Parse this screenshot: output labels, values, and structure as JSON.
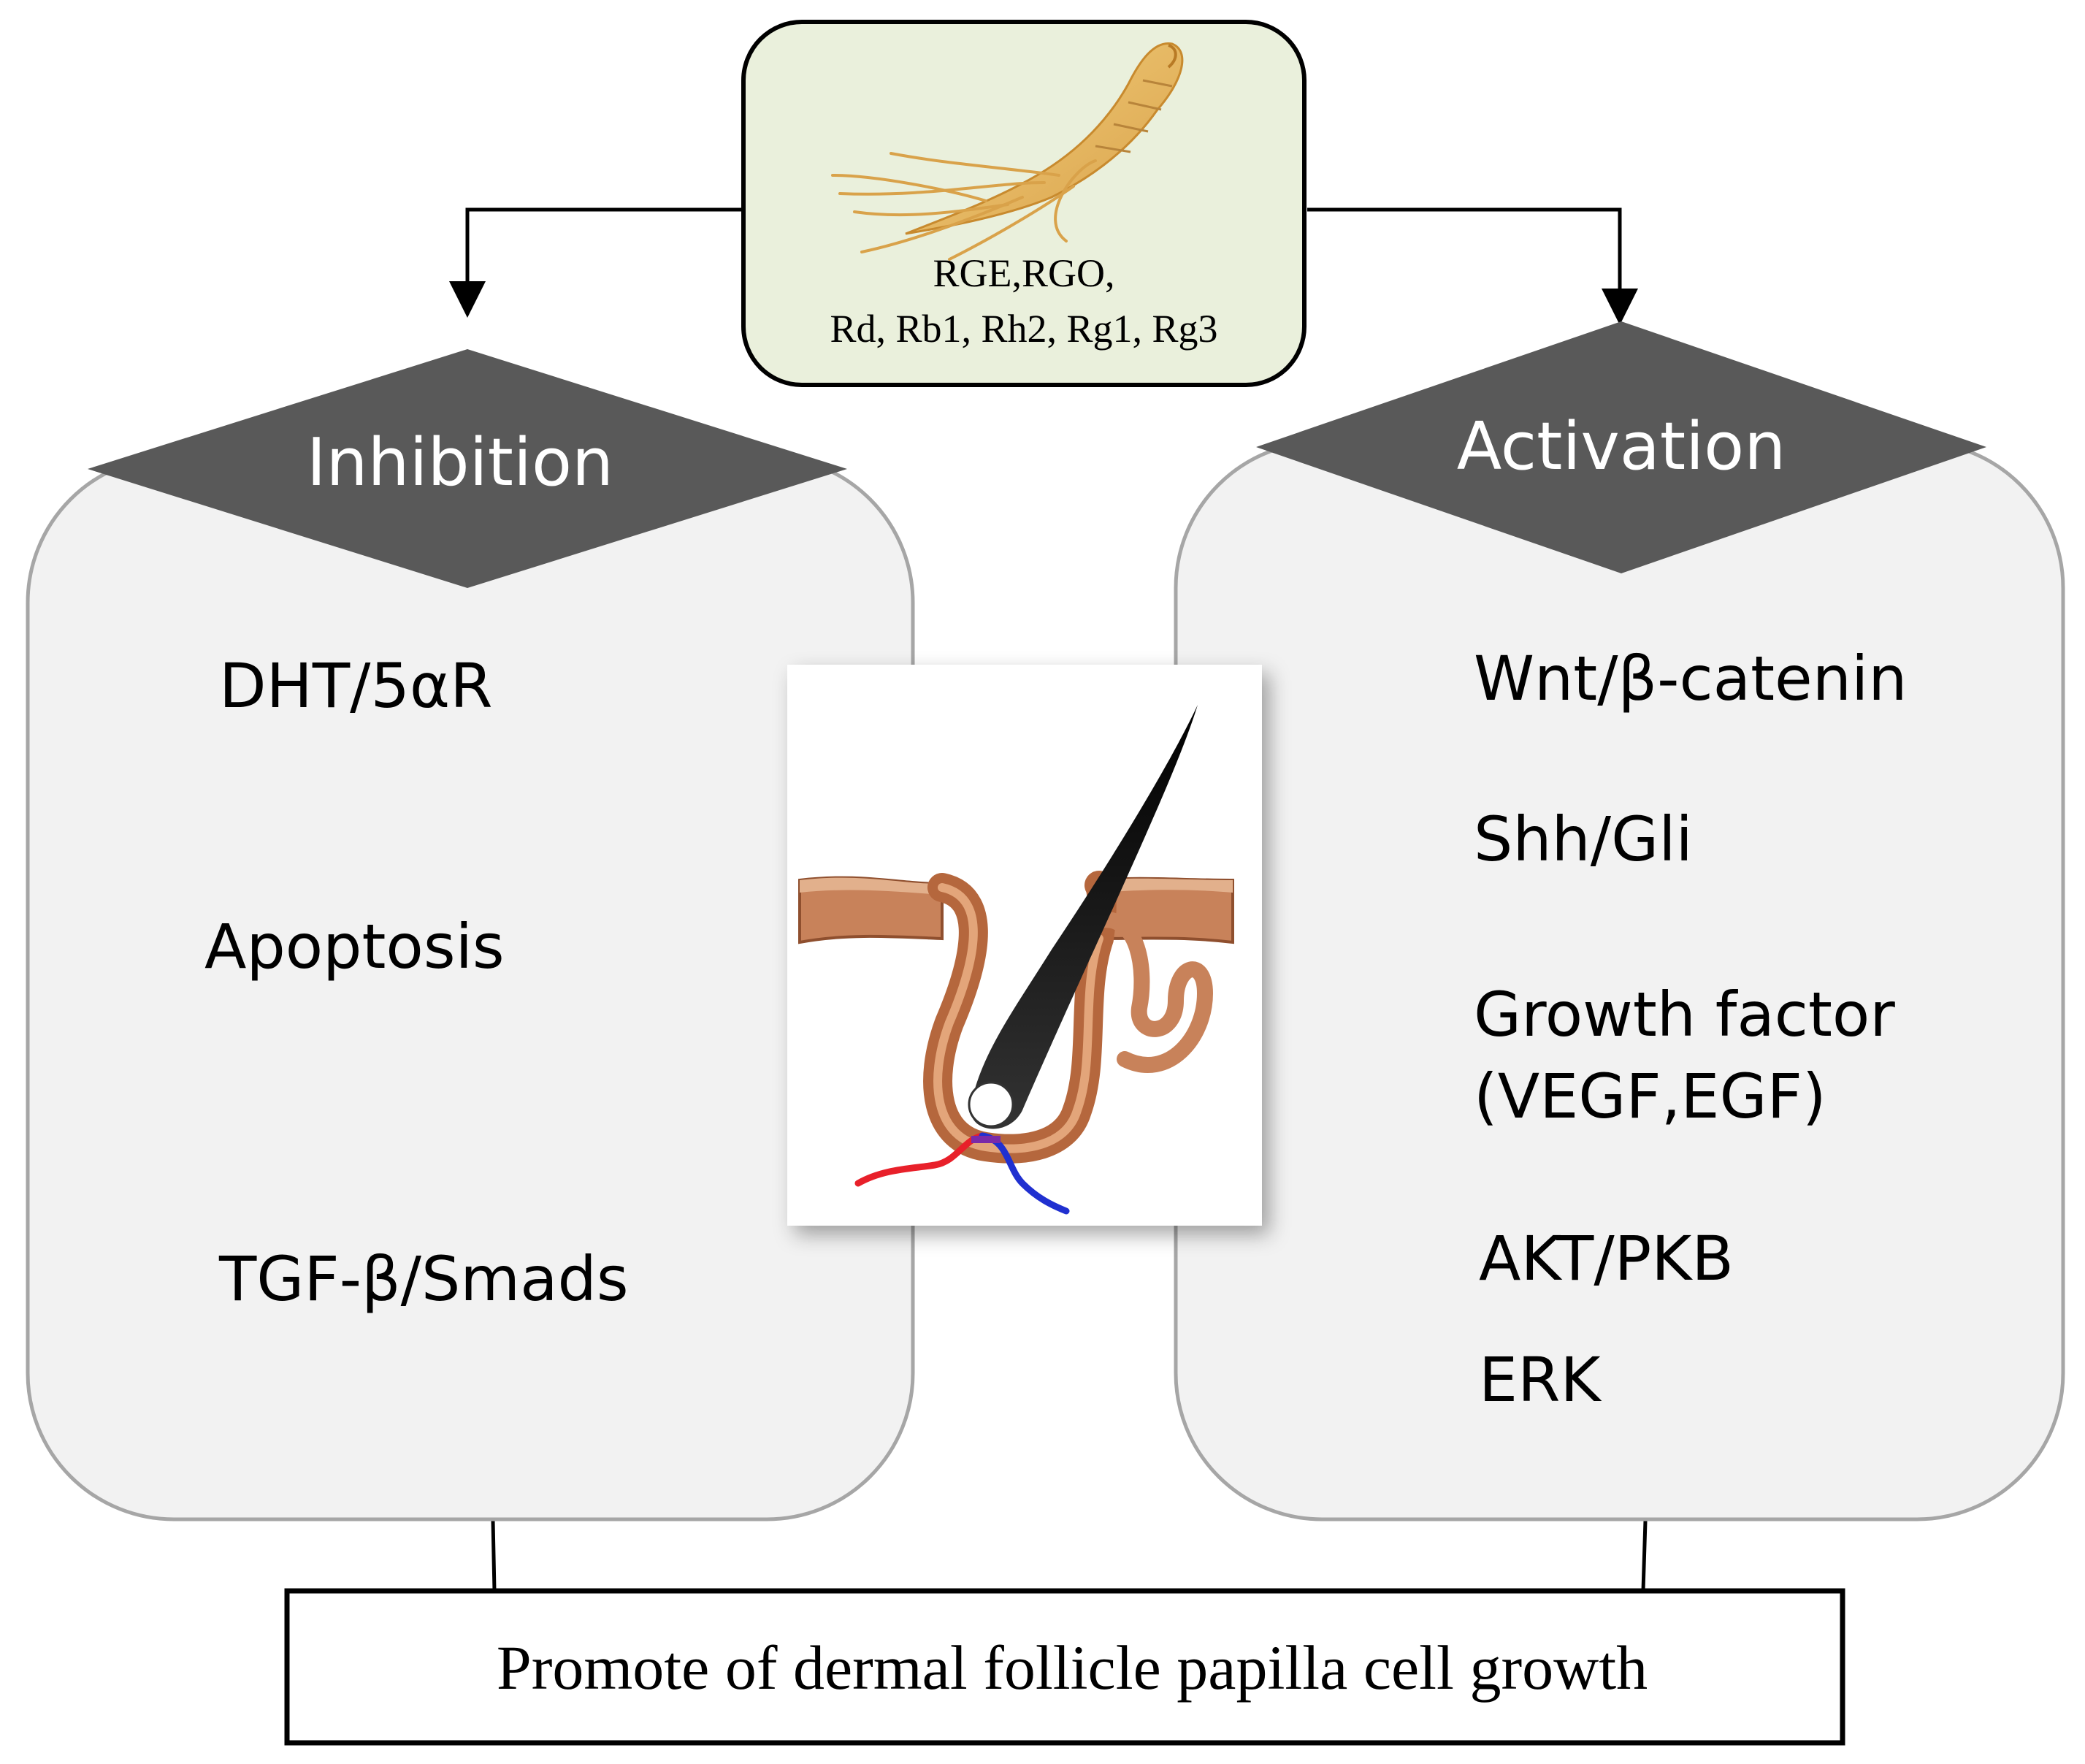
{
  "source": {
    "line1": "RGE,RGO,",
    "line2": "Rd, Rb1, Rh2, Rg1, Rg3",
    "icon": "ginseng-root-icon"
  },
  "inhibition": {
    "title": "Inhibition",
    "items": [
      "DHT/5αR",
      "Apoptosis",
      "TGF-β/Smads"
    ]
  },
  "activation": {
    "title": "Activation",
    "items": [
      "Wnt/β-catenin",
      "Shh/Gli",
      "Growth factor",
      "(VEGF,EGF)",
      "AKT/PKB",
      "ERK"
    ]
  },
  "center_image": {
    "icon": "hair-follicle-icon"
  },
  "result": {
    "label": "Promote of dermal follicle papilla cell growth"
  },
  "colors": {
    "source_fill": "#eaf0dc",
    "panel_fill": "#f2f2f2",
    "panel_stroke": "#a6a6a6",
    "diamond_fill": "#595959",
    "skin": "#c8825a",
    "hair": "#111111"
  }
}
